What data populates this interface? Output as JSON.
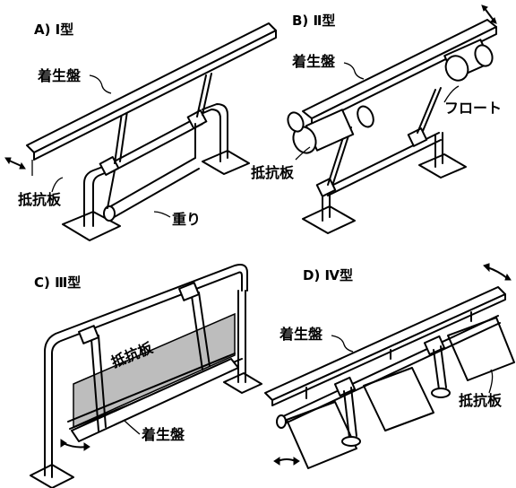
{
  "panels": [
    {
      "id": "A",
      "title": "A)  Ⅰ型",
      "labels": {
        "plate": "着生盤",
        "resist": "抵抗板",
        "weight": "重り"
      }
    },
    {
      "id": "B",
      "title": "B)  Ⅱ型",
      "labels": {
        "plate": "着生盤",
        "float": "フロート",
        "resist": "抵抗板"
      }
    },
    {
      "id": "C",
      "title": "C)  Ⅲ型",
      "labels": {
        "resist": "抵抗板",
        "plate": "着生盤"
      }
    },
    {
      "id": "D",
      "title": "D)  Ⅳ型",
      "labels": {
        "plate": "着生盤",
        "resist": "抵抗板"
      }
    }
  ]
}
